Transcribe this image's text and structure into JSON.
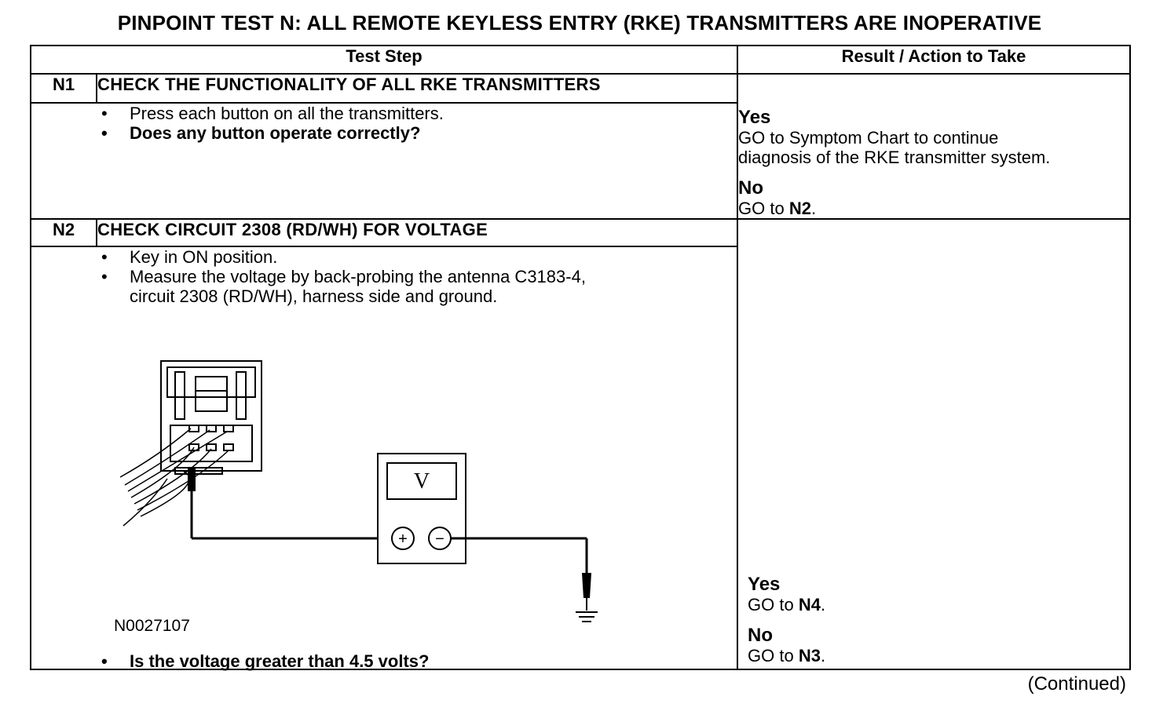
{
  "title": "PINPOINT TEST N: ALL REMOTE KEYLESS ENTRY (RKE) TRANSMITTERS ARE INOPERATIVE",
  "headers": {
    "test_step": "Test Step",
    "result": "Result / Action to Take"
  },
  "steps": [
    {
      "id": "N1",
      "heading": "CHECK THE FUNCTIONALITY OF ALL RKE TRANSMITTERS",
      "bullets": [
        "Press each button on all the transmitters.",
        "Does any button operate correctly?"
      ],
      "yes_label": "Yes",
      "yes_text_1": "GO to Symptom Chart to continue",
      "yes_text_2": "diagnosis of the RKE transmitter system.",
      "no_label": "No",
      "no_prefix": "GO to ",
      "no_target": "N2",
      "no_suffix": "."
    },
    {
      "id": "N2",
      "heading": "CHECK CIRCUIT 2308 (RD/WH) FOR VOLTAGE",
      "bullets": [
        "Key in ON position.",
        "Measure the voltage by back-probing the antenna C3183-4,",
        "circuit 2308 (RD/WH), harness side and ground."
      ],
      "figure_id": "N0027107",
      "meter_symbol": "V",
      "plus": "+",
      "minus": "−",
      "question": "Is the voltage greater than 4.5 volts?",
      "yes_label": "Yes",
      "yes_prefix": "GO to ",
      "yes_target": "N4",
      "yes_suffix": ".",
      "no_label": "No",
      "no_prefix": "GO to ",
      "no_target": "N3",
      "no_suffix": "."
    }
  ],
  "continued": "(Continued)"
}
